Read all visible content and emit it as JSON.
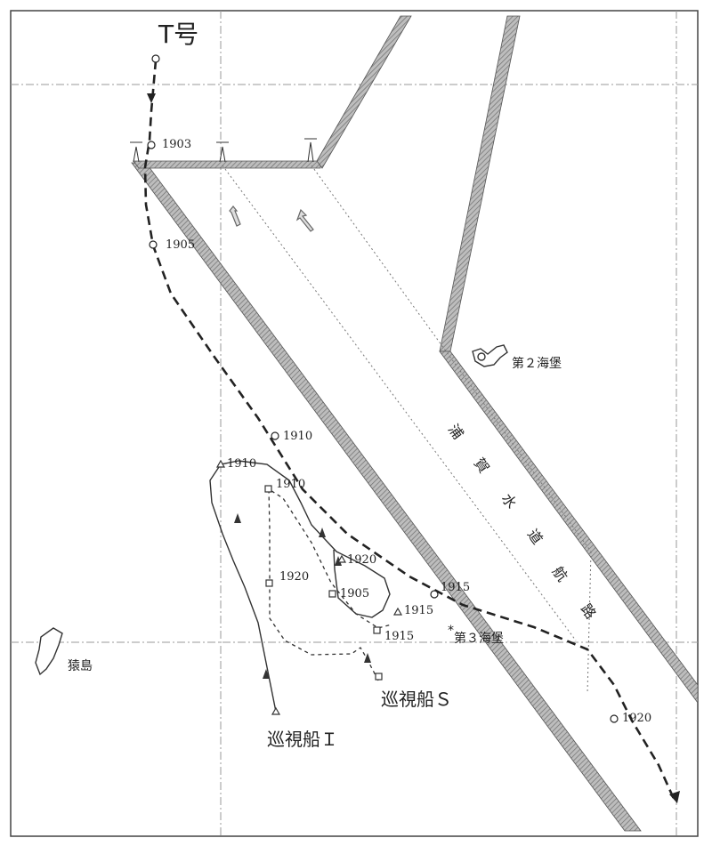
{
  "labels": {
    "ship_t": "T号",
    "fort2": "第２海堡",
    "fort3": "第３海堡",
    "channel": [
      "浦",
      "賀",
      "水",
      "道",
      "航",
      "路"
    ],
    "sarushima": "猿島",
    "patrol_s": "巡視船Ｓ",
    "patrol_i": "巡視船Ｉ"
  },
  "times": {
    "t_1903": "1903",
    "t_1905": "1905",
    "t_1910": "1910",
    "t_1915": "1915",
    "t_1920": "1920",
    "i_1910": "1910",
    "i_1915": "1915",
    "i_1920": "1920",
    "s_1905": "1905",
    "s_1910": "1910",
    "s_1915": "1915",
    "s_1920": "1920"
  },
  "colors": {
    "ink": "#222222",
    "channel_edge": "#8a8a8a",
    "grid": "#9a9a9a"
  }
}
